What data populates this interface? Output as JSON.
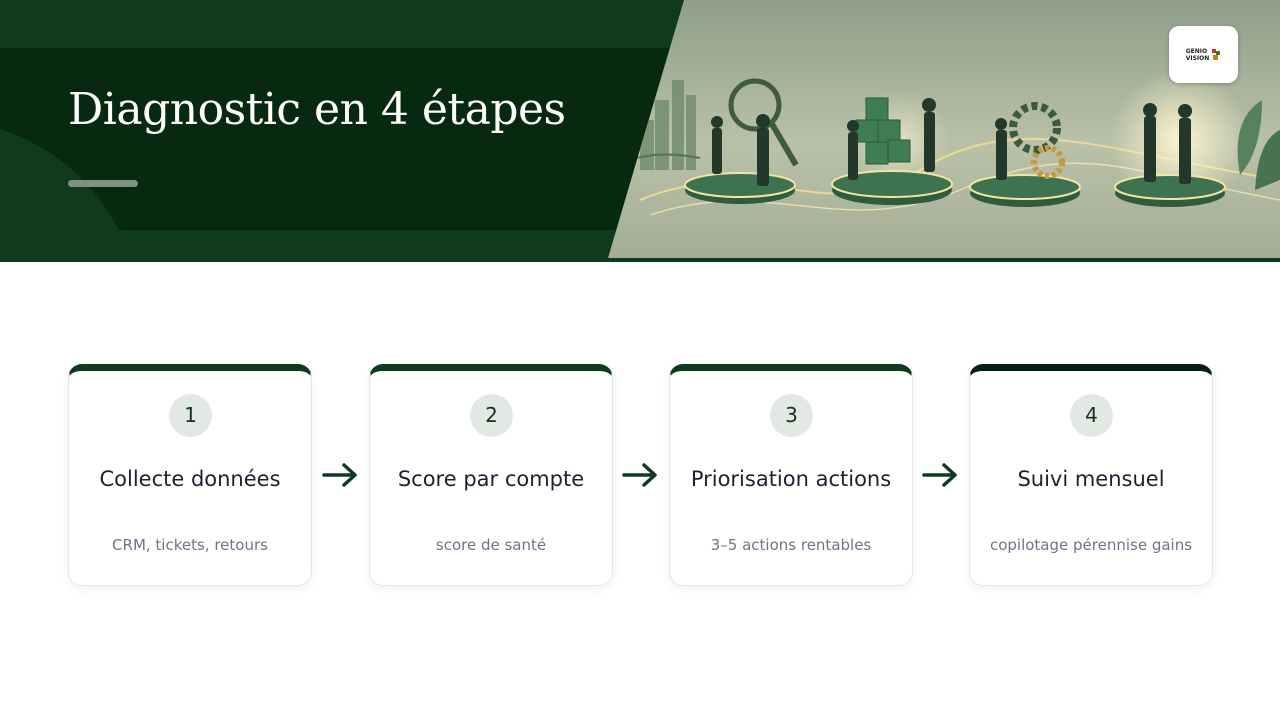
{
  "header": {
    "title": "Diagnostic en 4 étapes",
    "logo_line1": "GENIO",
    "logo_line2": "VISION"
  },
  "colors": {
    "primary_dark": "#06290f",
    "primary": "#0f3a1e",
    "number_bg": "#e2e9e4",
    "title_text": "#1a2330",
    "sub_text": "#6b7688"
  },
  "steps": [
    {
      "number": "1",
      "title": "Collecte données",
      "subtitle": "CRM, tickets, retours"
    },
    {
      "number": "2",
      "title": "Score par compte",
      "subtitle": "score de santé"
    },
    {
      "number": "3",
      "title": "Priorisation actions",
      "subtitle": "3–5 actions rentables"
    },
    {
      "number": "4",
      "title": "Suivi mensuel",
      "subtitle": "copilotage pérennise gains"
    }
  ]
}
